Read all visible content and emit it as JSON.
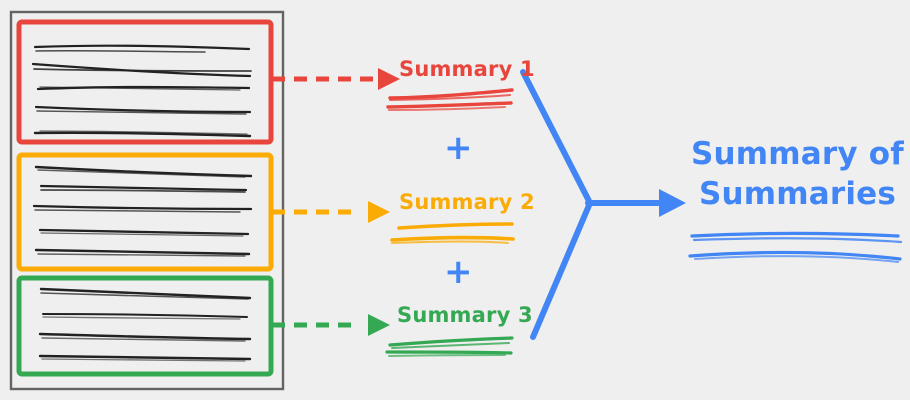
{
  "diagram": {
    "title": "Hierarchical summarization (map-reduce) flow",
    "background_color": "#efefef",
    "colors": {
      "red": "#e8453c",
      "orange": "#fbab05",
      "green": "#34a853",
      "blue": "#4285f4",
      "document_text": "#222222",
      "container_border": "#636363"
    },
    "document_container": {
      "name": "source-document",
      "chunk_count": 3
    },
    "chunks": [
      {
        "id": "chunk-1",
        "color_key": "red",
        "color": "#e8453c",
        "line_count": 5,
        "arrow_style": "dashed"
      },
      {
        "id": "chunk-2",
        "color_key": "orange",
        "color": "#fbab05",
        "line_count": 5,
        "arrow_style": "dashed"
      },
      {
        "id": "chunk-3",
        "color_key": "green",
        "color": "#34a853",
        "line_count": 4,
        "arrow_style": "dashed"
      }
    ],
    "summaries": [
      {
        "id": "summary-1",
        "label": "Summary 1",
        "color": "#e8453c"
      },
      {
        "id": "summary-2",
        "label": "Summary 2",
        "color": "#fbab05"
      },
      {
        "id": "summary-3",
        "label": "Summary 3",
        "color": "#34a853"
      }
    ],
    "operators": [
      {
        "id": "plus-1",
        "symbol": "+",
        "color": "#4285f4"
      },
      {
        "id": "plus-2",
        "symbol": "+",
        "color": "#4285f4"
      }
    ],
    "final": {
      "id": "summary-of-summaries",
      "line1": "Summary of",
      "line2": "Summaries",
      "color": "#4285f4"
    }
  }
}
